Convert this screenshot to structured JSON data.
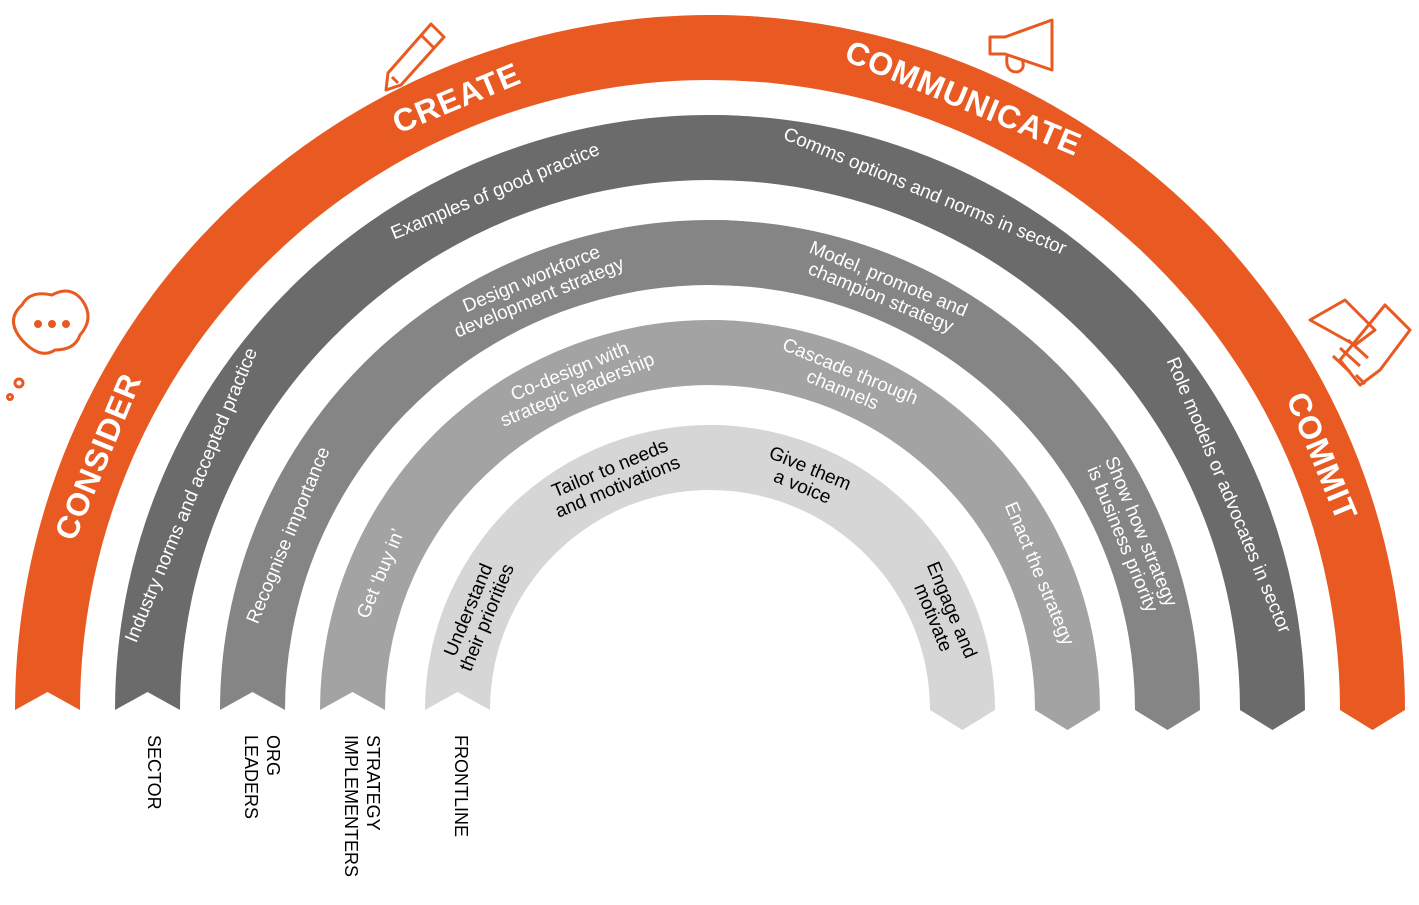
{
  "colors": {
    "orange": "#E85A22",
    "ring1": "#6B6B6B",
    "ring2": "#858585",
    "ring3": "#A3A3A3",
    "ring4": "#D6D6D6",
    "light_text": "#ffffff",
    "dark_text": "#000000"
  },
  "stages": [
    "CONSIDER",
    "CREATE",
    "COMMUNICATE",
    "COMMIT"
  ],
  "icons": [
    "speech-bubble-icon",
    "pencil-icon",
    "megaphone-icon",
    "handshake-icon"
  ],
  "rings": [
    {
      "level": "SECTOR",
      "segments": [
        [
          "Industry norms and accepted practice"
        ],
        [
          "Examples of good practice"
        ],
        [
          "Comms options and norms in sector"
        ],
        [
          "Role models or advocates in sector"
        ]
      ]
    },
    {
      "level": "ORG LEADERS",
      "segments": [
        [
          "Recognise importance"
        ],
        [
          "Design workforce",
          "development strategy"
        ],
        [
          "Model, promote and",
          "champion strategy"
        ],
        [
          "Show how strategy",
          "is business priority"
        ]
      ]
    },
    {
      "level": "STRATEGY IMPLEMENTERS",
      "segments": [
        [
          "Get ‘buy in’"
        ],
        [
          "Co-design with",
          "strategic leadership"
        ],
        [
          "Cascade through",
          "channels"
        ],
        [
          "Enact the strategy"
        ]
      ]
    },
    {
      "level": "FRONTLINE",
      "segments": [
        [
          "Understand",
          "their priorities"
        ],
        [
          "Tailor to needs",
          "and motivations"
        ],
        [
          "Give them",
          "a voice"
        ],
        [
          "Engage and",
          "motivate"
        ]
      ]
    }
  ],
  "level_labels": [
    [
      "SECTOR"
    ],
    [
      "ORG",
      "LEADERS"
    ],
    [
      "STRATEGY",
      "IMPLEMENTERS"
    ],
    [
      "FRONTLINE"
    ]
  ]
}
